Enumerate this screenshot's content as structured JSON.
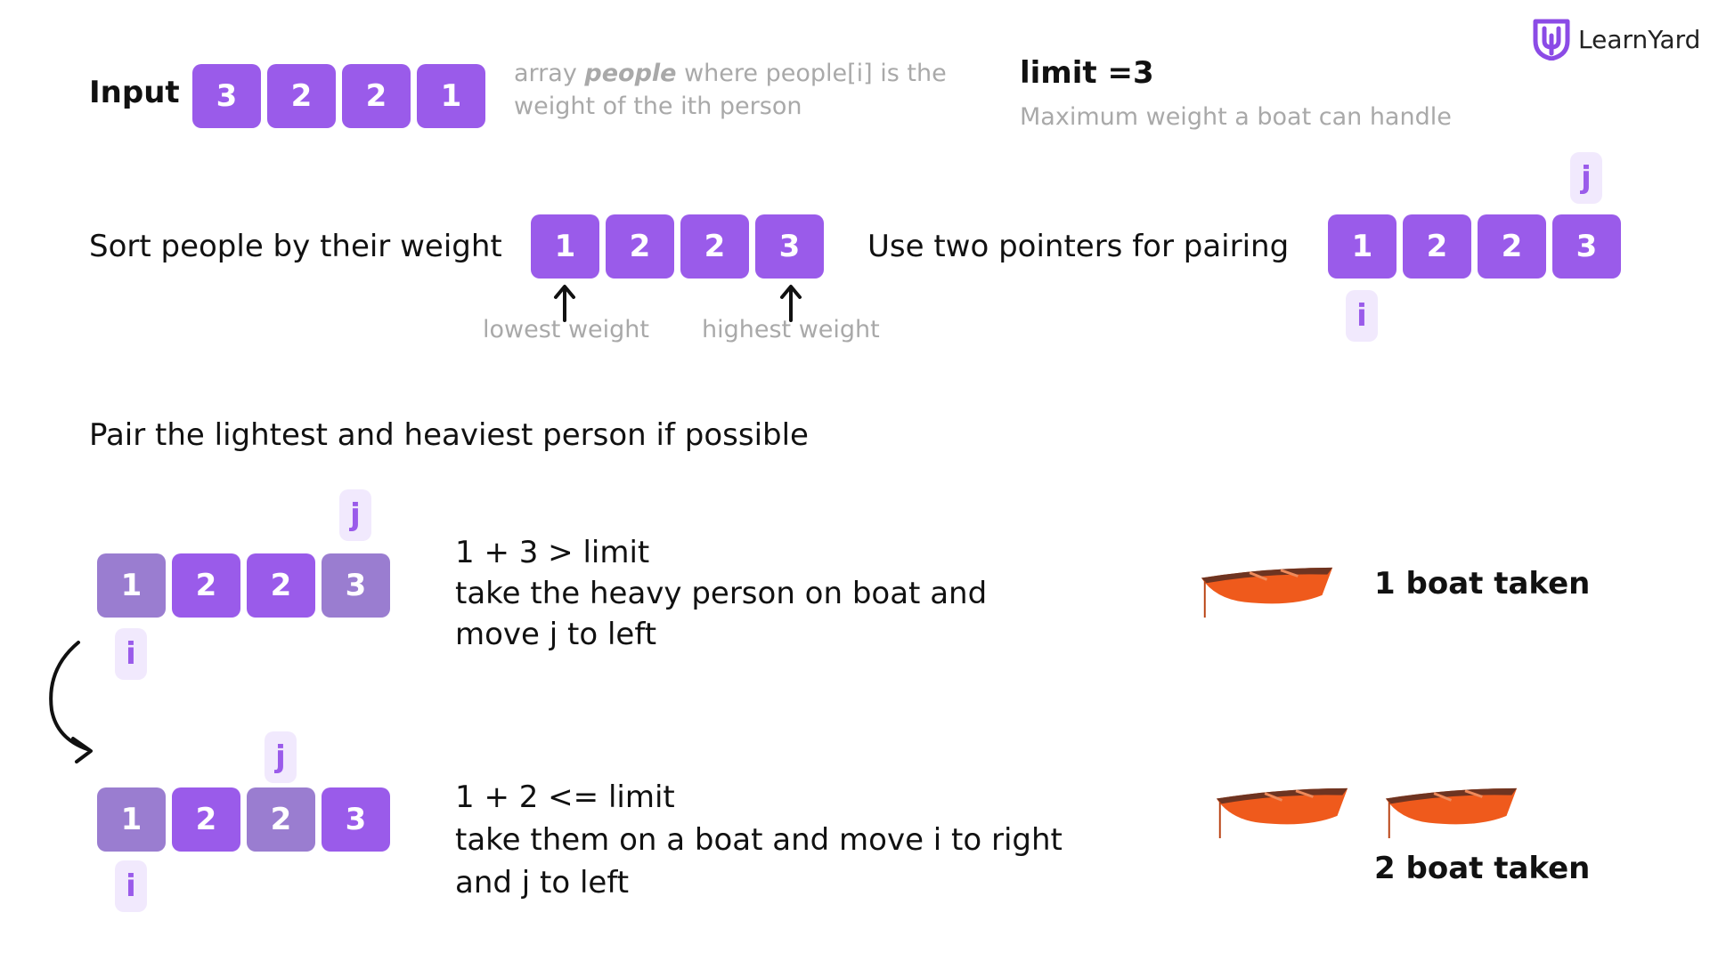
{
  "brand": {
    "name": "LearnYard"
  },
  "colors": {
    "accent": "#9a5bea",
    "faded": "#9a7dd0",
    "pointer_bg": "#f1e9fd",
    "boat_hull": "#ef5a1c",
    "boat_deck": "#6e3421"
  },
  "input": {
    "label": "Input",
    "values": [
      "3",
      "2",
      "2",
      "1"
    ],
    "desc_prefix": "array ",
    "desc_emph": "people",
    "desc_suffix": " where people[i] is the",
    "desc_line2": "weight of the ith person"
  },
  "limit": {
    "label": "limit =3",
    "desc": "Maximum weight a boat can handle"
  },
  "sort": {
    "text": "Sort people by their weight",
    "values": [
      "1",
      "2",
      "2",
      "3"
    ],
    "lowest_label": "lowest weight",
    "highest_label": "highest weight"
  },
  "pointers_intro": {
    "text": "Use two pointers for pairing",
    "values": [
      "1",
      "2",
      "2",
      "3"
    ],
    "i_label": "i",
    "j_label": "j"
  },
  "pair_heading": "Pair the lightest and heaviest person if possible",
  "step1": {
    "values": [
      "1",
      "2",
      "2",
      "3"
    ],
    "i_label": "i",
    "j_label": "j",
    "line1": "1 + 3 >  limit",
    "line2": "take the heavy person on boat and",
    "line3": "move j to left",
    "result": "1 boat taken"
  },
  "step2": {
    "values": [
      "1",
      "2",
      "2",
      "3"
    ],
    "i_label": "i",
    "j_label": "j",
    "line1": "1 + 2 <=  limit",
    "line2": "take them on a boat and move i to right",
    "line3": "and j to left",
    "result": "2 boat taken"
  },
  "icons": [
    "learnyard-logo-icon",
    "up-arrow-icon",
    "curved-arrow-icon",
    "boat-icon"
  ]
}
